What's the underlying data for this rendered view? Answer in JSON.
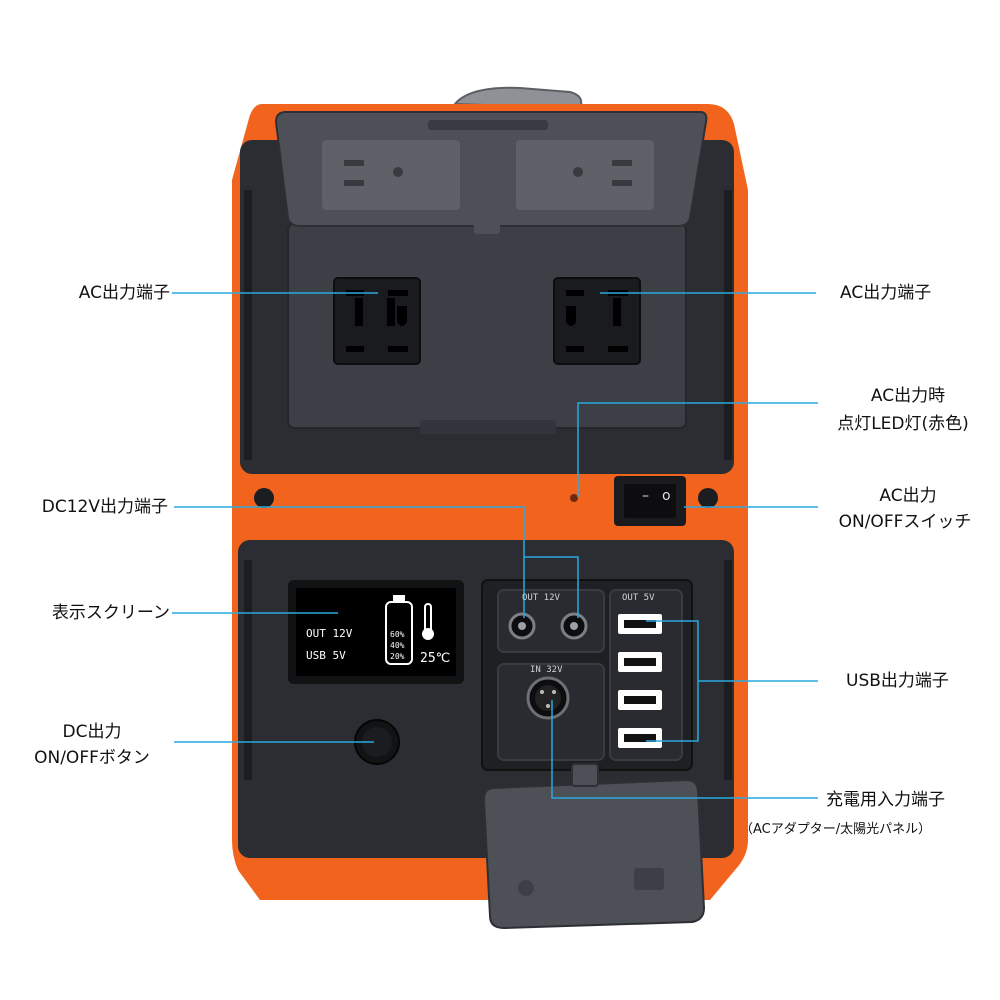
{
  "colors": {
    "body_orange": "#f2641e",
    "panel_dark": "#2c2d33",
    "panel_mid": "#3d3f47",
    "callout_line": "#2aa9e0",
    "screen_bg": "#000000",
    "screen_text": "#ffffff"
  },
  "callouts": {
    "ac_outlet_left": "AC出力端子",
    "ac_outlet_right": "AC出力端子",
    "ac_led_line1": "AC出力時",
    "ac_led_line2": "点灯LED灯(赤色)",
    "dc12v": "DC12V出力端子",
    "ac_switch_line1": "AC出力",
    "ac_switch_line2": "ON/OFFスイッチ",
    "display": "表示スクリーン",
    "usb": "USB出力端子",
    "dc_button_line1": "DC出力",
    "dc_button_line2": "ON/OFFボタン",
    "charge_input": "充電用入力端子",
    "charge_input_note": "（ACアダプター/太陽光パネル）"
  },
  "device": {
    "switch_off": "–",
    "switch_on": "o",
    "out12v": "OUT 12V",
    "out5v": "OUT 5V",
    "in32v": "IN 32V"
  },
  "screen": {
    "row1": "OUT 12V",
    "row2": "USB 5V",
    "level_60": "60%",
    "level_40": "40%",
    "level_20": "20%",
    "temperature": "25℃"
  },
  "icons": {
    "battery": "battery-icon",
    "thermometer": "thermometer-icon"
  }
}
